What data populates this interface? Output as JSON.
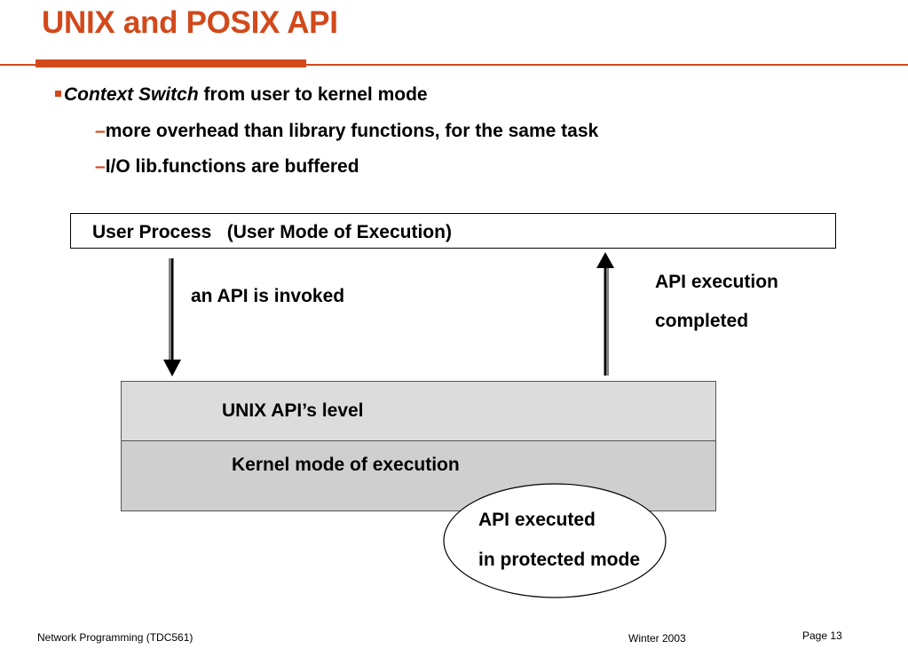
{
  "slide": {
    "title": "UNIX and POSIX API",
    "bullets": [
      {
        "emphasis": "Context Switch",
        "text": " from user to kernel mode"
      },
      {
        "dash": "–",
        "text": "more overhead than library functions, for the same task"
      },
      {
        "dash": "–",
        "text": "I/O lib.functions are buffered"
      }
    ]
  },
  "diagram": {
    "user_process": "User Process   (User Mode of Execution)",
    "invoke_label": "an API is invoked",
    "completed_label_line1": "API execution",
    "completed_label_line2": "completed",
    "api_level": "UNIX API’s level",
    "kernel_level": "Kernel mode of execution",
    "oval_line1": "API executed",
    "oval_line2": "in protected mode"
  },
  "footer": {
    "course": "Network Programming (TDC561)",
    "term": "Winter  2003",
    "page": "Page 13"
  },
  "colors": {
    "accent": "#d2491b",
    "api_level_fill": "#dcdcdc",
    "kernel_level_fill": "#cfcfcf"
  }
}
